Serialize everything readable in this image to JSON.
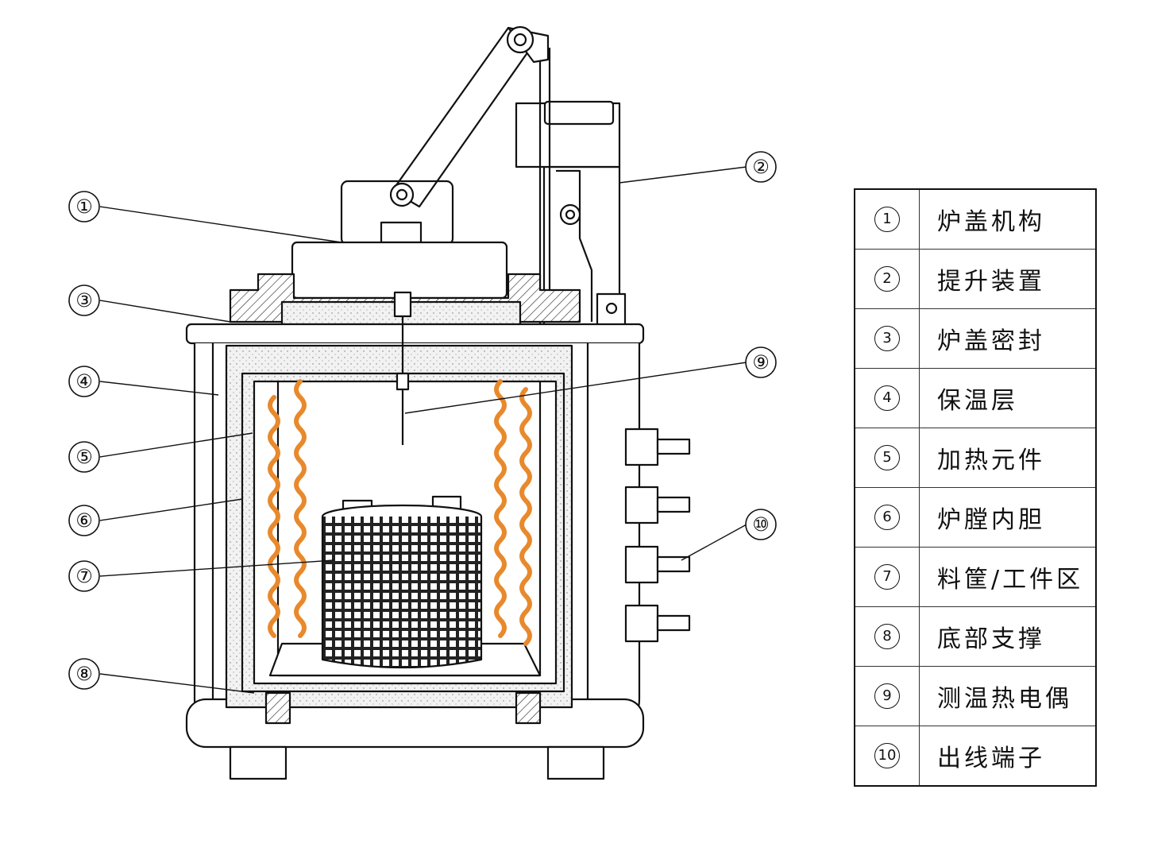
{
  "callouts": [
    "①",
    "②",
    "③",
    "④",
    "⑤",
    "⑥",
    "⑦",
    "⑧",
    "⑨",
    "⑩"
  ],
  "legend": [
    {
      "num": "1",
      "name": "炉盖机构"
    },
    {
      "num": "2",
      "name": "提升装置"
    },
    {
      "num": "3",
      "name": "炉盖密封"
    },
    {
      "num": "4",
      "name": "保温层"
    },
    {
      "num": "5",
      "name": "加热元件"
    },
    {
      "num": "6",
      "name": "炉膛内胆"
    },
    {
      "num": "7",
      "name": "料筐/工件区"
    },
    {
      "num": "8",
      "name": "底部支撑"
    },
    {
      "num": "9",
      "name": "测温热电偶"
    },
    {
      "num": "10",
      "name": "出线端子"
    }
  ],
  "colors": {
    "heating_element": "#e8892c",
    "line": "#111111",
    "insulation": "#ececec"
  }
}
